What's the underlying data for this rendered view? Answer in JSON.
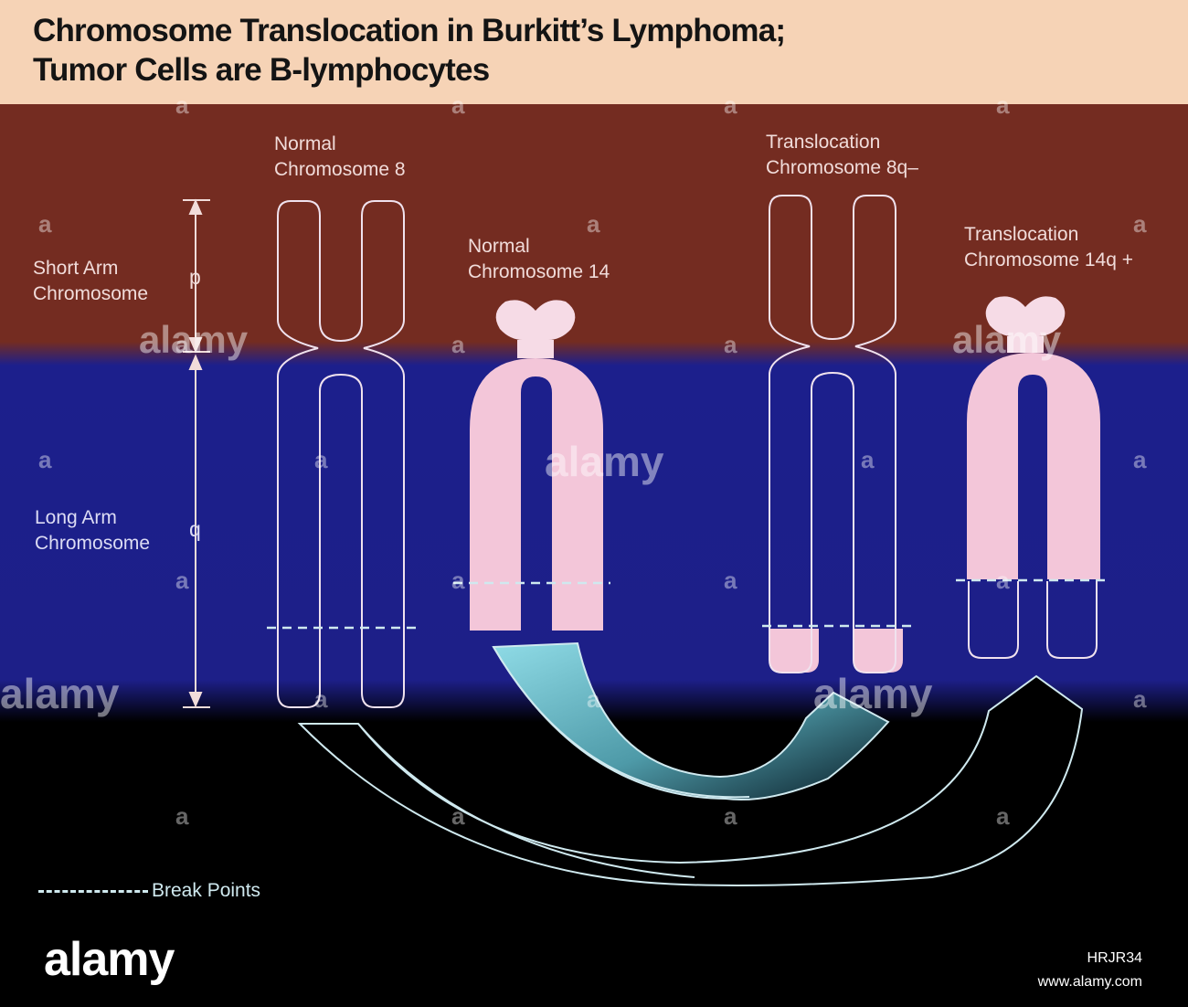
{
  "title": {
    "line1": "Chromosome Translocation in Burkitt’s Lymphoma;",
    "line2": "Tumor Cells are B-lymphocytes"
  },
  "chromosomes": [
    {
      "line1": "Normal",
      "line2": "Chromosome 8"
    },
    {
      "line1": "Normal",
      "line2": "Chromosome 14"
    },
    {
      "line1": "Translocation",
      "line2": "Chromosome 8q–"
    },
    {
      "line1": "Translocation",
      "line2": "Chromosome 14q +"
    }
  ],
  "arms": {
    "short": {
      "line1": "Short Arm",
      "line2": "Chromosome",
      "letter": "p"
    },
    "long": {
      "line1": "Long Arm",
      "line2": "Chromosome",
      "letter": "q"
    }
  },
  "legend": {
    "label": "Break Points"
  },
  "watermark": {
    "brand": "alamy",
    "repeat_letter": "a",
    "image_id": "HRJR34",
    "url": "www.alamy.com"
  },
  "colors": {
    "title_bg": "#f6d3b6",
    "band_red": "#742c21",
    "band_blue": "#1c1f8c",
    "chromosome_pink": "#f3c6d9",
    "translocated_cyan": "#7fd1dd",
    "outline": "#e8e6f2"
  }
}
